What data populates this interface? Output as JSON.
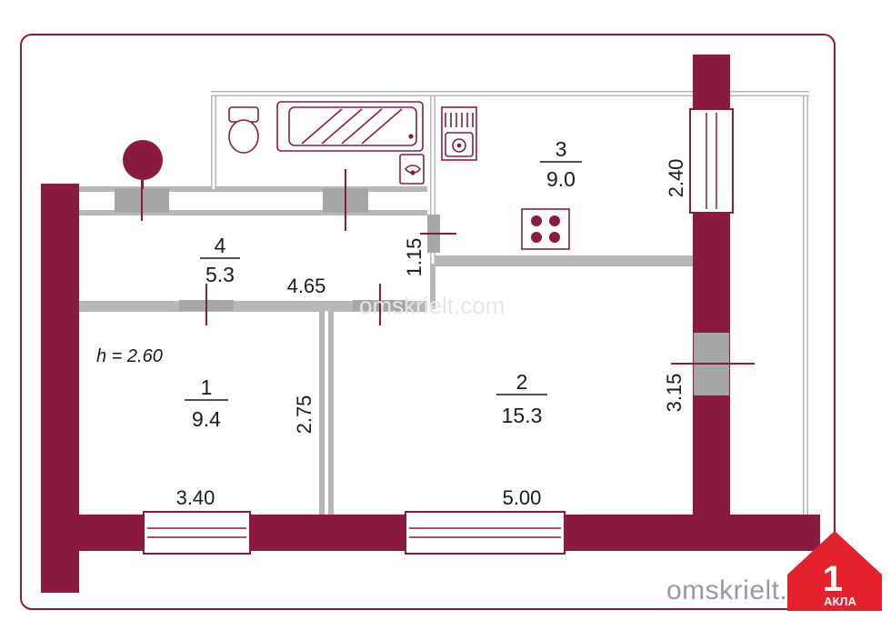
{
  "plan": {
    "ceiling_height": "h = 2.60",
    "rooms": [
      {
        "id": "1",
        "area": "9.4"
      },
      {
        "id": "2",
        "area": "15.3"
      },
      {
        "id": "3",
        "area": "9.0"
      },
      {
        "id": "4",
        "area": "5.3"
      }
    ],
    "dimensions": {
      "corridor_length": "4.65",
      "corridor_width": "1.15",
      "kitchen_width": "2.40",
      "room1_depth": "2.75",
      "room2_depth": "3.15",
      "room1_width": "3.40",
      "room2_width": "5.00"
    }
  },
  "watermark": {
    "site": "omskrielt.com",
    "logo_number": "1",
    "logo_sub": "АКЛА"
  },
  "colors": {
    "wall": "#8b1a43",
    "outline": "#b7b7b7",
    "door": "#a6a6a6",
    "logo": "#e3222b"
  }
}
